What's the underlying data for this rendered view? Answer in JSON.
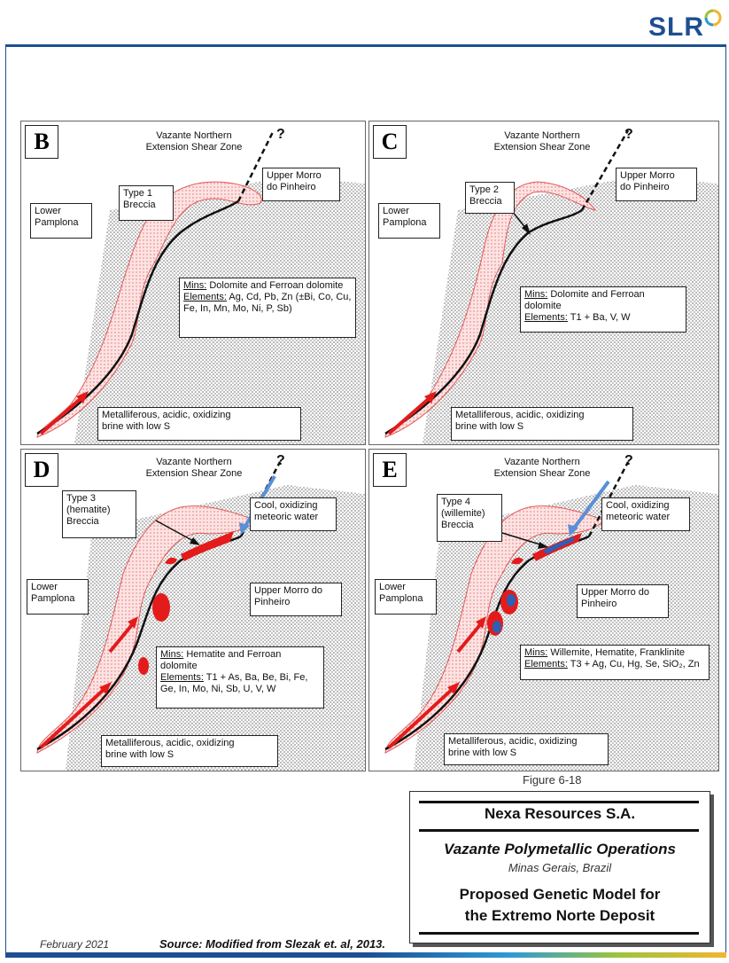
{
  "header": {
    "logo_text": "SLR"
  },
  "panels": [
    {
      "letter": "B",
      "shear_zone": [
        "Vazante Northern",
        "Extension Shear Zone"
      ],
      "question": "?",
      "breccia": [
        "Type 1",
        "Breccia"
      ],
      "upper": [
        "Upper Morro",
        "do Pinheiro"
      ],
      "lower": [
        "Lower",
        "Pamplona"
      ],
      "mins_label": "Mins:",
      "mins_text": "Dolomite and Ferroan dolomite",
      "elements_label": "Elements:",
      "elements_text": "Ag, Cd, Pb, Zn (±Bi, Co, Cu, Fe, In, Mn, Mo, Ni, P, Sb)",
      "brine": [
        "Metalliferous, acidic, oxidizing",
        "brine with low S"
      ]
    },
    {
      "letter": "C",
      "shear_zone": [
        "Vazante Northern",
        "Extension Shear Zone"
      ],
      "question": "?",
      "breccia": [
        "Type 2",
        "Breccia"
      ],
      "upper": [
        "Upper Morro",
        "do Pinheiro"
      ],
      "lower": [
        "Lower",
        "Pamplona"
      ],
      "mins_label": "Mins:",
      "mins_text": "Dolomite and Ferroan dolomite",
      "elements_label": "Elements:",
      "elements_text": "T1 + Ba, V, W",
      "brine": [
        "Metalliferous, acidic, oxidizing",
        "brine with low S"
      ]
    },
    {
      "letter": "D",
      "shear_zone": [
        "Vazante Northern",
        "Extension Shear Zone"
      ],
      "question": "?",
      "breccia": [
        "Type 3",
        "(hematite)",
        "Breccia"
      ],
      "meteoric": [
        "Cool, oxidizing",
        "meteoric water"
      ],
      "upper": [
        "Upper Morro do",
        "Pinheiro"
      ],
      "lower": [
        "Lower",
        "Pamplona"
      ],
      "mins_label": "Mins:",
      "mins_text": "Hematite and Ferroan dolomite",
      "elements_label": "Elements:",
      "elements_text": "T1 + As, Ba, Be, Bi, Fe, Ge, In, Mo, Ni, Sb, U, V, W",
      "brine": [
        "Metalliferous, acidic, oxidizing",
        "brine with low S"
      ]
    },
    {
      "letter": "E",
      "shear_zone": [
        "Vazante Northern",
        "Extension Shear Zone"
      ],
      "question": "?",
      "breccia": [
        "Type 4",
        "(willemite)",
        "Breccia"
      ],
      "meteoric": [
        "Cool, oxidizing",
        "meteoric water"
      ],
      "upper": [
        "Upper Morro do",
        "Pinheiro"
      ],
      "lower": [
        "Lower",
        "Pamplona"
      ],
      "mins_label": "Mins:",
      "mins_text": "Willemite, Hematite, Franklinite",
      "elements_label": "Elements:",
      "elements_text": "T3 + Ag, Cu, Hg, Se, SiO₂, Zn",
      "brine": [
        "Metalliferous, acidic, oxidizing",
        "brine with low S"
      ]
    }
  ],
  "figure_label": "Figure 6-18",
  "title_block": {
    "company": "Nexa Resources S.A.",
    "project": "Vazante Polymetallic Operations",
    "location": "Minas Gerais, Brazil",
    "title_line1": "Proposed Genetic Model for",
    "title_line2": "the Extremo Norte Deposit"
  },
  "footer": {
    "date": "February 2021",
    "source": "Source: Modified from Slezak et. al, 2013."
  },
  "colors": {
    "brand_blue": "#1d4f91",
    "fluid_red": "#e31b1b",
    "halo_pink": "#f7c8c8",
    "meteoric_blue": "#5b8fd6"
  }
}
